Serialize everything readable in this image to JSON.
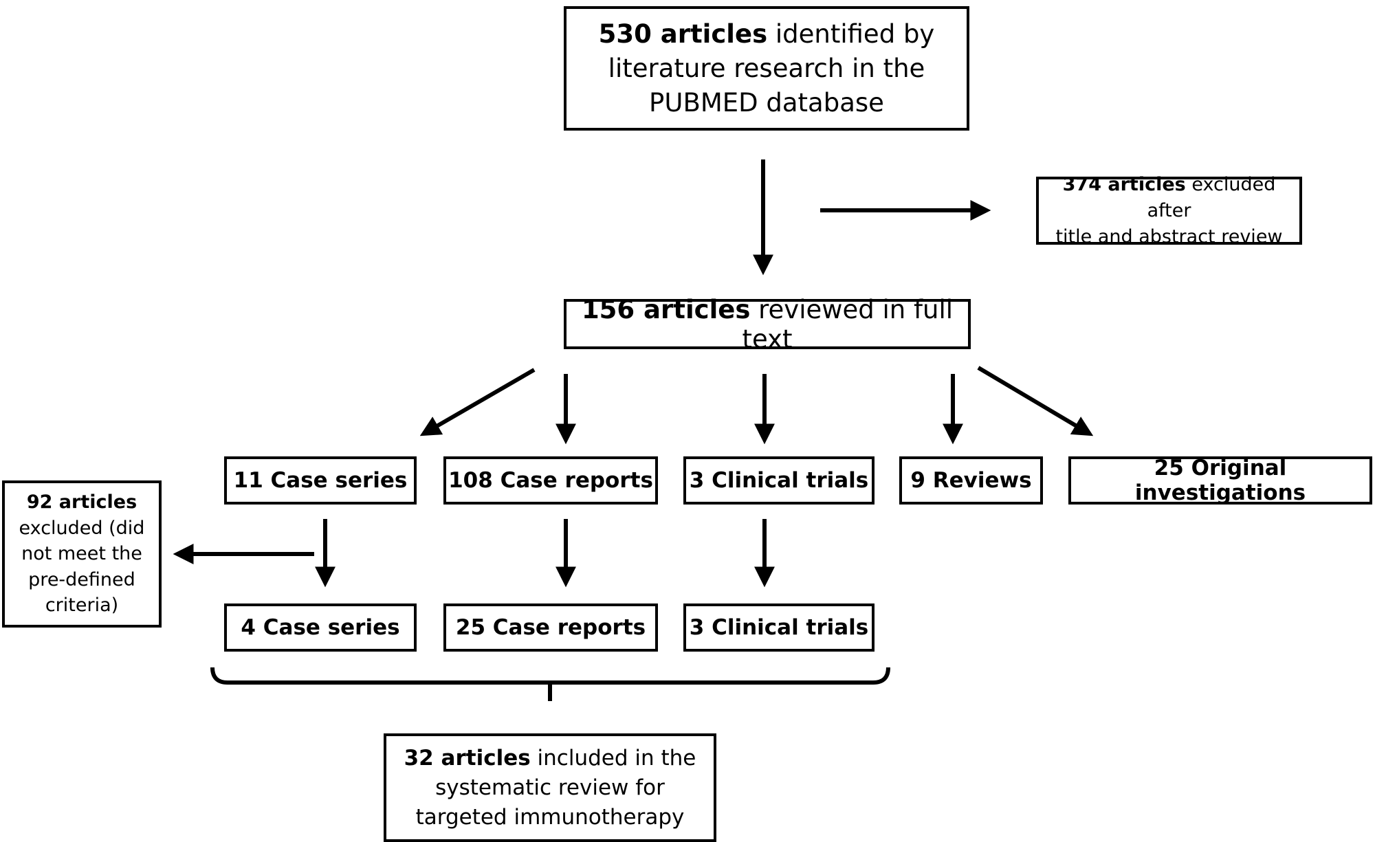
{
  "identified": {
    "count_bold": "530 articles",
    "rest": "identified by",
    "line2": "literature research in the",
    "line3": "PUBMED database"
  },
  "excluded_title": {
    "count_bold": "374 articles",
    "rest": "excluded after",
    "line2": "title and abstract review"
  },
  "fulltext": {
    "count_bold": "156 articles",
    "rest": "reviewed in full text"
  },
  "categories": {
    "case_series": "11 Case series",
    "case_reports": "108 Case reports",
    "clinical_trials": "3 Clinical trials",
    "reviews": "9 Reviews",
    "original": "25 Original investigations"
  },
  "excluded_criteria": {
    "count_bold": "92 articles",
    "line2": "excluded (did",
    "line3": "not meet the",
    "line4": "pre-defined",
    "line5": "criteria)"
  },
  "retained": {
    "case_series": "4 Case series",
    "case_reports": "25 Case reports",
    "clinical_trials": "3 Clinical trials"
  },
  "included": {
    "count_bold": "32 articles",
    "rest": "included in the",
    "line2": "systematic review for",
    "line3": "targeted immunotherapy"
  }
}
